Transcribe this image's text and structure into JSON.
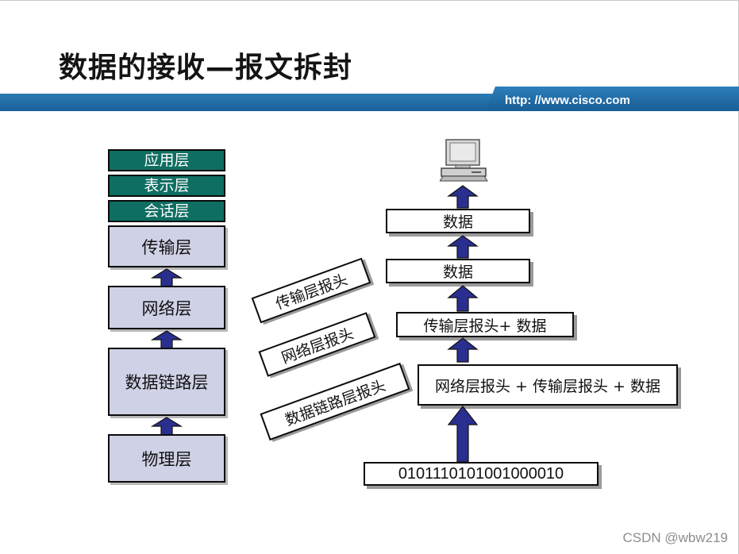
{
  "slide": {
    "title": "数据的接收—报文拆封",
    "url": "http: //www.cisco.com",
    "watermark": "CSDN @wbw219"
  },
  "left_stack": {
    "application": "应用层",
    "presentation": "表示层",
    "session": "会话层",
    "transport": "传输层",
    "network": "网络层",
    "datalink": "数据链路层",
    "physical": "物理层"
  },
  "right_stack": {
    "top_data": "数据",
    "second_data": "数据",
    "transport_plus_data": "传输层报头+ 数据",
    "network_plus_transport_plus_data": "网络层报头 + 传输层报头 + 数据",
    "bits": "0101110101001000010"
  },
  "headers": {
    "transport_header": "传输层报头",
    "network_header": "网络层报头",
    "datalink_header": "数据链路层报头"
  },
  "colors": {
    "teal": "#0f6e62",
    "layer_gray": "#cfd1e6",
    "arrow_blue": "#2a2f8f",
    "banner_blue": "#1a5f99"
  }
}
